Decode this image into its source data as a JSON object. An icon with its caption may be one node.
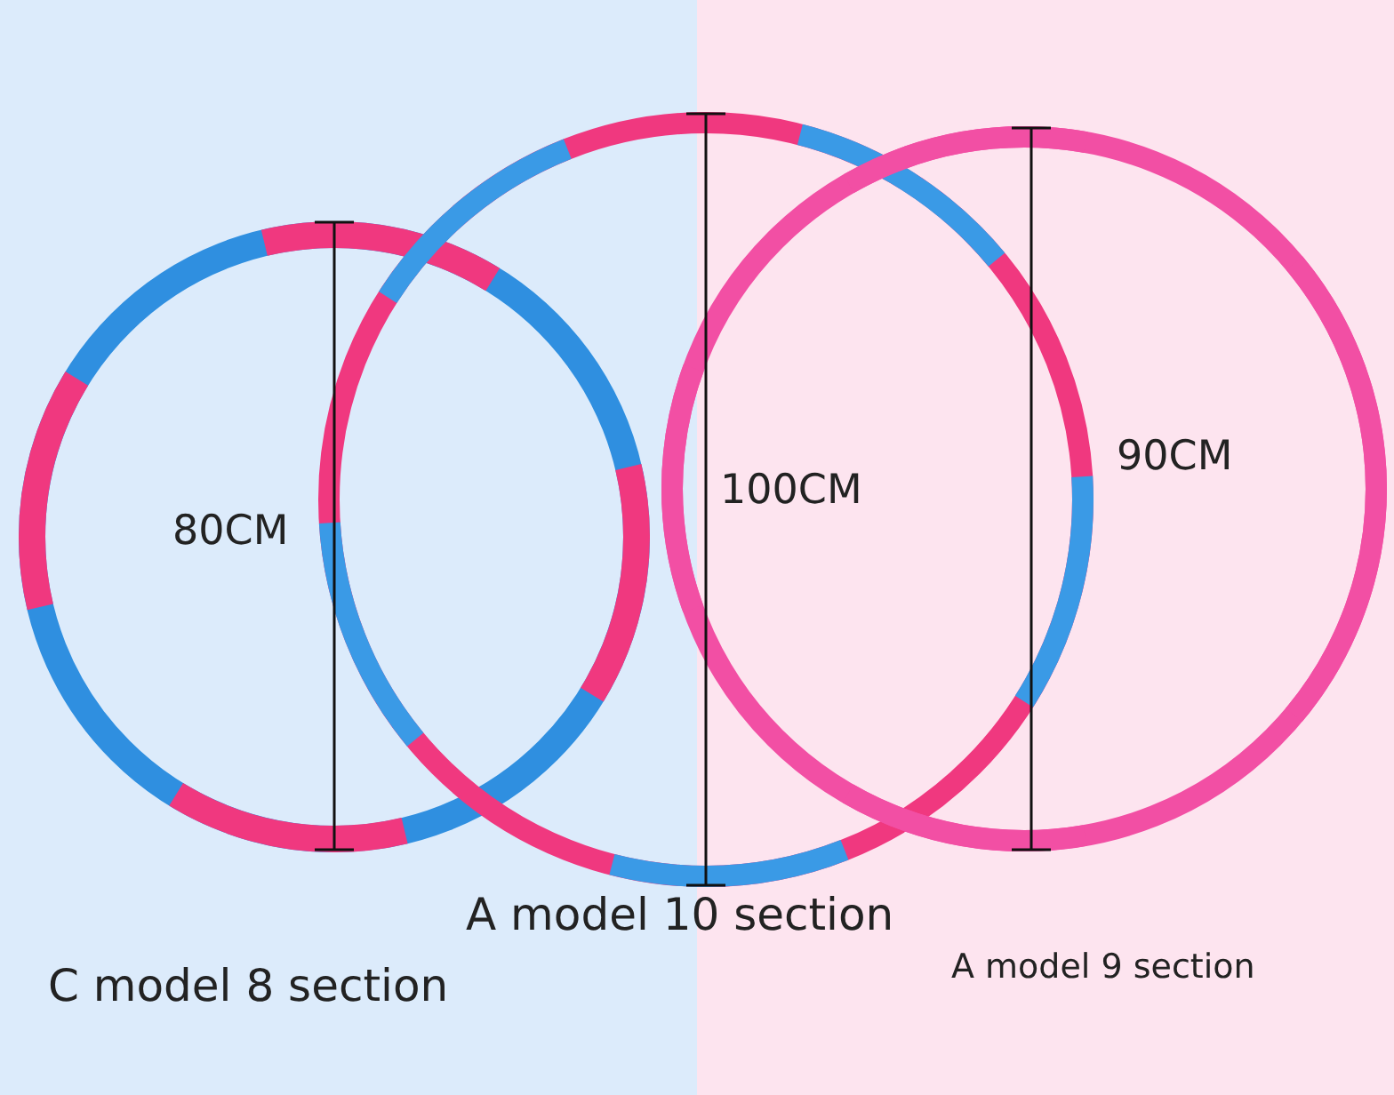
{
  "diagram": {
    "labels": [
      "80CM",
      "100CM",
      "90CM",
      "A model 10 section",
      "C model 8 section",
      "A model 9 section"
    ]
  }
}
